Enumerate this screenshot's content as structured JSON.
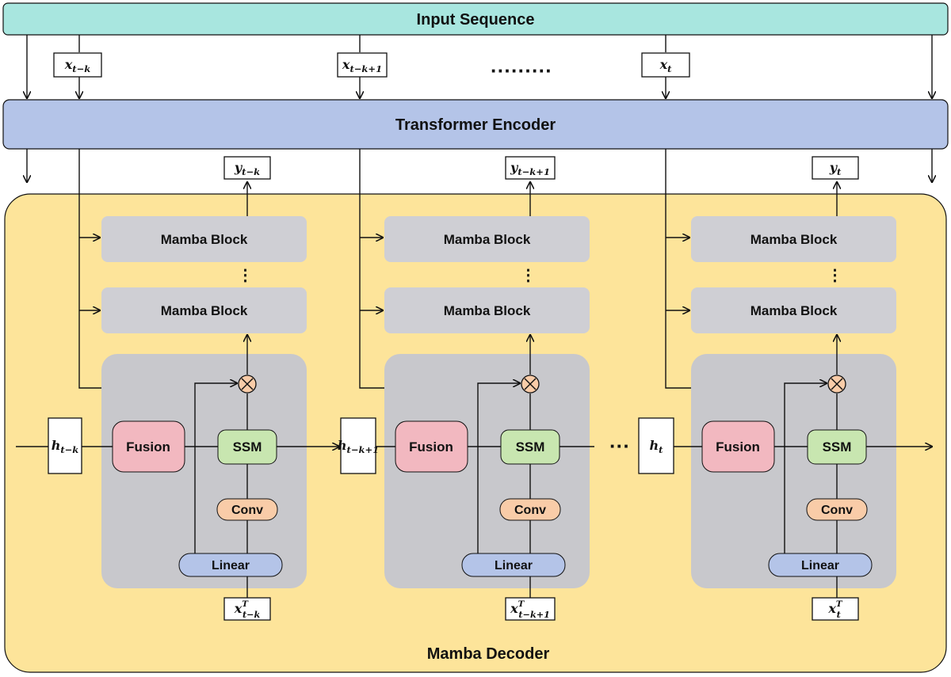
{
  "title_bar": {
    "label": "Input Sequence",
    "color": "#a8e6df"
  },
  "encoder": {
    "label": "Transformer Encoder",
    "color": "#b4c4e8"
  },
  "decoder": {
    "label": "Mamba Decoder",
    "color": "#fde49a"
  },
  "inputs": [
    {
      "base": "x",
      "sub": "t−k"
    },
    {
      "base": "x",
      "sub": "t−k+1"
    },
    {
      "base": "x",
      "sub": "t"
    }
  ],
  "outputs": [
    {
      "base": "y",
      "sub": "t−k"
    },
    {
      "base": "y",
      "sub": "t−k+1"
    },
    {
      "base": "y",
      "sub": "t"
    }
  ],
  "hidden_states": [
    {
      "base": "h",
      "sub": "t−k"
    },
    {
      "base": "h",
      "sub": "t−k+1"
    },
    {
      "base": "h",
      "sub": "t"
    }
  ],
  "decoder_inputs": [
    {
      "base": "x",
      "sup": "T",
      "sub": "t−k"
    },
    {
      "base": "x",
      "sup": "T",
      "sub": "t−k+1"
    },
    {
      "base": "x",
      "sup": "T",
      "sub": "t"
    }
  ],
  "block_labels": {
    "mamba_block": "Mamba Block",
    "fusion": "Fusion",
    "ssm": "SSM",
    "conv": "Conv",
    "linear": "Linear",
    "vertical_dots": "⋮",
    "input_ellipsis": "·········",
    "state_ellipsis": "···"
  },
  "colors": {
    "mamba_block": "#cfcfd4",
    "core_panel": "#c8c8cc",
    "fusion": "#f2b8c0",
    "ssm": "#c8e6b0",
    "conv": "#f9cca8",
    "linear": "#b4c4e8"
  }
}
